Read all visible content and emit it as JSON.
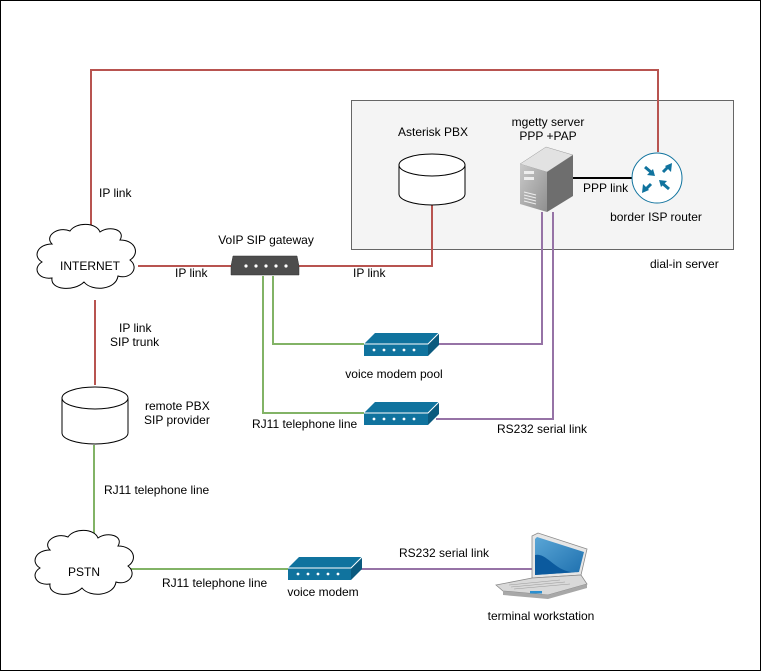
{
  "diagram": {
    "groups": {
      "dialin_server": {
        "label": "dial-in server",
        "fill": "#f4f4f4",
        "stroke": "#666666"
      }
    },
    "nodes": {
      "internet": {
        "label": "INTERNET",
        "shape": "cloud"
      },
      "pstn": {
        "label": "PSTN",
        "shape": "cloud"
      },
      "asterisk": {
        "label": "Asterisk PBX",
        "shape": "cylinder"
      },
      "remote_pbx": {
        "label_line1": "remote PBX",
        "label_line2": "SIP provider",
        "shape": "cylinder"
      },
      "mgetty": {
        "label_line1": "mgetty server",
        "label_line2": "PPP +PAP",
        "shape": "server-tower"
      },
      "router": {
        "label": "border ISP router",
        "shape": "router"
      },
      "gateway": {
        "label": "VoIP SIP gateway",
        "shape": "gateway"
      },
      "modem_pool": {
        "label": "voice modem pool",
        "shape": "modem"
      },
      "modem_server": {
        "label": "",
        "shape": "modem"
      },
      "modem_client": {
        "label": "voice modem",
        "shape": "modem"
      },
      "workstation": {
        "label": "terminal workstation",
        "shape": "laptop"
      }
    },
    "edges": {
      "internet_router": {
        "label": "IP link",
        "color": "#b85450"
      },
      "internet_gateway": {
        "label": "IP link",
        "color": "#b85450"
      },
      "gateway_asterisk": {
        "label": "IP link",
        "color": "#b85450"
      },
      "internet_remote": {
        "label_line1": "IP link",
        "label_line2": "SIP trunk",
        "color": "#b85450"
      },
      "remote_pstn": {
        "label": "RJ11 telephone line",
        "color": "#82b366"
      },
      "gateway_pool": {
        "label": "",
        "color": "#82b366"
      },
      "gateway_modem": {
        "label": "RJ11 telephone line",
        "color": "#82b366"
      },
      "mgetty_pool": {
        "label": "",
        "color": "#9673a6"
      },
      "mgetty_modem": {
        "label": "RS232 serial link",
        "color": "#9673a6"
      },
      "mgetty_router": {
        "label": "PPP link",
        "color": "#000000"
      },
      "pstn_modem": {
        "label": "RJ11 telephone line",
        "color": "#82b366"
      },
      "modem_workstation": {
        "label": "RS232 serial link",
        "color": "#9673a6"
      }
    }
  }
}
